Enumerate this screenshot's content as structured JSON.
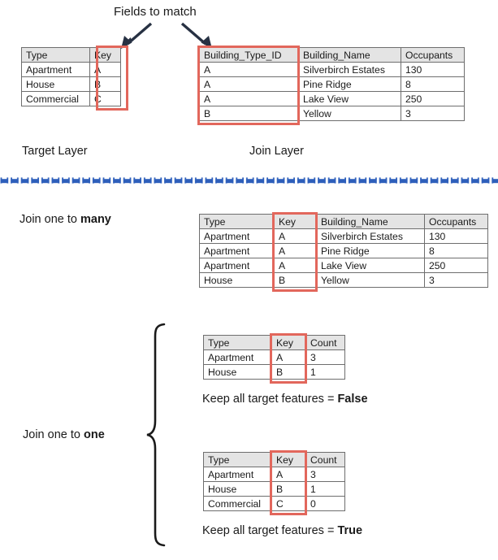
{
  "annotations": {
    "fields_to_match": "Fields to match",
    "target_layer": "Target Layer",
    "join_layer": "Join Layer",
    "join_one_to_many_prefix": "Join one to ",
    "join_one_to_many_emphasis": "many",
    "join_one_to_one_prefix": "Join one to ",
    "join_one_to_one_emphasis": "one",
    "keep_all_prefix": "Keep all target features = ",
    "keep_all_false": "False",
    "keep_all_true": "True"
  },
  "colors": {
    "highlight_red": "#e2675c",
    "header_gray": "#e4e4e4",
    "grid_line": "#6e6e6e",
    "divider_blue": "#2e5fbb",
    "arrow_dark": "#273143",
    "text": "#1a1a1a"
  },
  "target_table": {
    "headers": [
      "Type",
      "Key"
    ],
    "rows": [
      [
        "Apartment",
        "A"
      ],
      [
        "House",
        "B"
      ],
      [
        "Commercial",
        "C"
      ]
    ],
    "highlight_column": "Key"
  },
  "join_table": {
    "headers": [
      "Building_Type_ID",
      "Building_Name",
      "Occupants"
    ],
    "rows": [
      [
        "A",
        "Silverbirch Estates",
        "130"
      ],
      [
        "A",
        "Pine Ridge",
        "8"
      ],
      [
        "A",
        "Lake View",
        "250"
      ],
      [
        "B",
        "Yellow",
        "3"
      ]
    ],
    "highlight_column": "Building_Type_ID"
  },
  "one_to_many_table": {
    "headers": [
      "Type",
      "Key",
      "Building_Name",
      "Occupants"
    ],
    "rows": [
      [
        "Apartment",
        "A",
        "Silverbirch Estates",
        "130"
      ],
      [
        "Apartment",
        "A",
        "Pine Ridge",
        "8"
      ],
      [
        "Apartment",
        "A",
        "Lake View",
        "250"
      ],
      [
        "House",
        "B",
        "Yellow",
        "3"
      ]
    ],
    "highlight_column": "Key"
  },
  "one_to_one_false_table": {
    "headers": [
      "Type",
      "Key",
      "Count"
    ],
    "rows": [
      [
        "Apartment",
        "A",
        "3"
      ],
      [
        "House",
        "B",
        "1"
      ]
    ],
    "highlight_column": "Key"
  },
  "one_to_one_true_table": {
    "headers": [
      "Type",
      "Key",
      "Count"
    ],
    "rows": [
      [
        "Apartment",
        "A",
        "3"
      ],
      [
        "House",
        "B",
        "1"
      ],
      [
        "Commercial",
        "C",
        "0"
      ]
    ],
    "highlight_column": "Key"
  },
  "icons": {
    "arrow_left": "arrow-down-left-icon",
    "arrow_right": "arrow-down-right-icon",
    "brace": "curly-brace-icon",
    "divider": "dashed-divider-icon"
  }
}
